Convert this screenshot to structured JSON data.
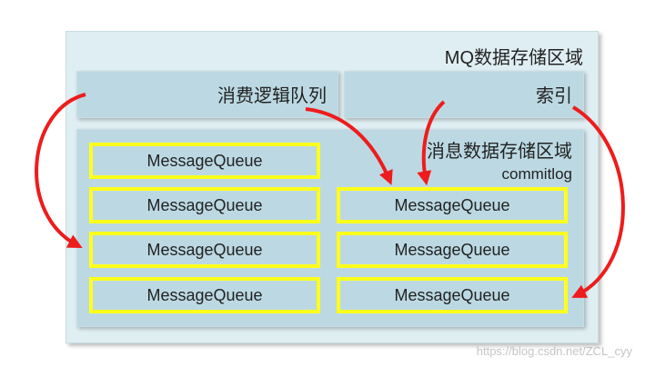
{
  "storage": {
    "title": "MQ数据存储区域",
    "logic_queue_label": "消费逻辑队列",
    "index_label": "索引",
    "msg_area_title": "消息数据存储区域",
    "msg_area_subtitle": "commitlog"
  },
  "left_queues": [
    "MessageQueue",
    "MessageQueue",
    "MessageQueue",
    "MessageQueue"
  ],
  "right_queues": [
    "MessageQueue",
    "MessageQueue",
    "MessageQueue"
  ],
  "watermark": "https://blog.csdn.net/ZCL_cyy",
  "colors": {
    "outer_bg": "#dfeef2",
    "panel_bg": "#bcd9e3",
    "queue_border": "#ffff1a",
    "arrow": "#ee1c1c"
  }
}
